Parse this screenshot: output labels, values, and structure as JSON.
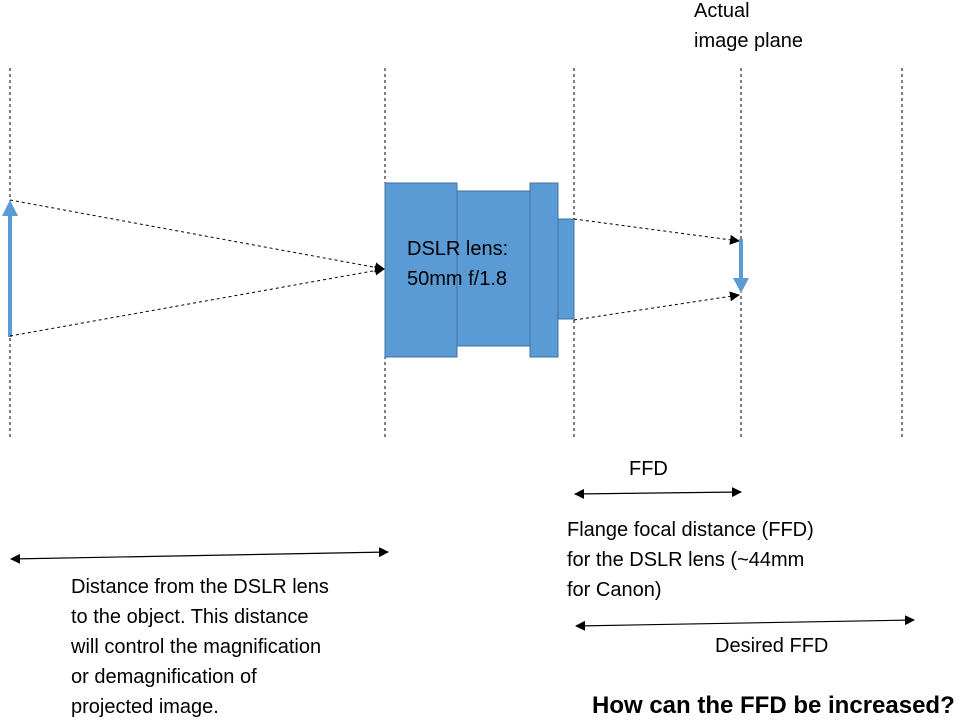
{
  "labels": {
    "image_plane": "Actual\nimage plane",
    "lens": "DSLR lens:\n50mm f/1.8",
    "ffd_short": "FFD",
    "ffd_desc": "Flange focal distance (FFD)\nfor the DSLR lens (~44mm\nfor Canon)",
    "object_distance": "Distance from the DSLR lens\nto the object. This distance\nwill control the magnification\nor demagnification of\nprojected image.",
    "desired_ffd": "Desired FFD",
    "question": "How can the FFD be increased?"
  },
  "colors": {
    "lens_fill": "#5b9bd5",
    "lens_stroke": "#41719c",
    "arrow": "#5b9bd5",
    "line": "#000000"
  }
}
